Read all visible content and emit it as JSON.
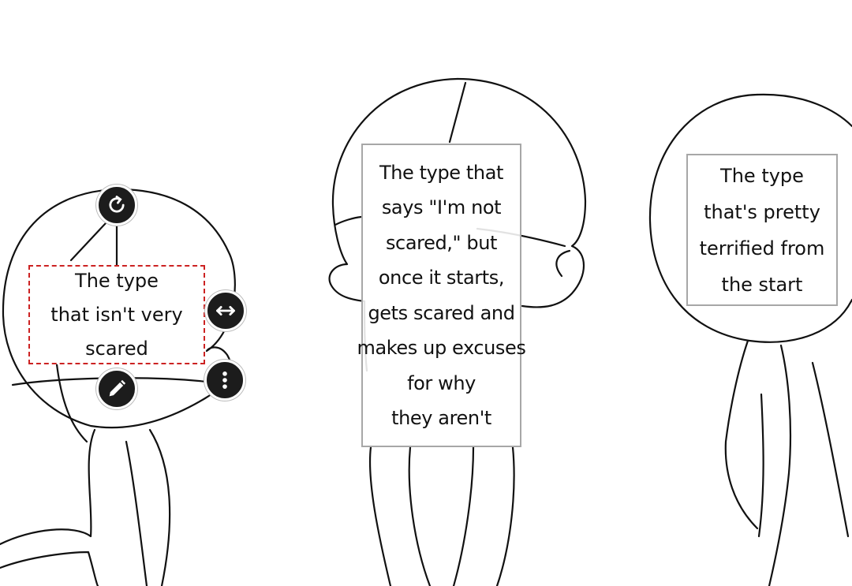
{
  "canvas": {
    "background": "#ffffff",
    "line_color": "#111111"
  },
  "captions": {
    "left": {
      "lines": [
        "The type",
        "that isn't very",
        "scared"
      ],
      "selected": true,
      "selection_color": "#cc2222"
    },
    "middle": {
      "lines": [
        "The type that",
        "says \"I'm not",
        "scared,\" but",
        "once it starts,",
        "gets scared and",
        "makes up excuses",
        "for why",
        "they aren't"
      ]
    },
    "right": {
      "lines": [
        "The type",
        "that's pretty",
        "terrified from",
        "the start"
      ]
    }
  },
  "handles": {
    "rotate": "rotate-icon",
    "resize": "horizontal-resize-icon",
    "edit": "pencil-icon",
    "more": "more-vertical-icon"
  }
}
